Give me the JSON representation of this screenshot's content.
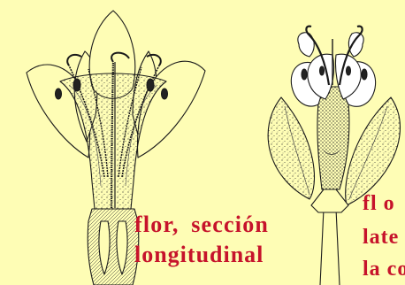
{
  "background_color": "#fefdb5",
  "line_color": "#1a1a1a",
  "caption_color": "#c6132b",
  "figures": [
    {
      "id": "longitudinal-section",
      "caption_lines": [
        "flor, sección",
        "longitudinal"
      ]
    },
    {
      "id": "side-view",
      "caption_lines": [
        "fl o",
        "late",
        "la co"
      ]
    }
  ]
}
